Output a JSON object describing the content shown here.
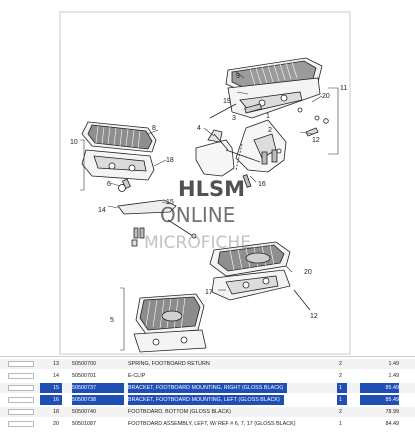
{
  "diagram": {
    "callouts": [
      "9",
      "11",
      "19",
      "20",
      "12",
      "4",
      "8",
      "3",
      "1",
      "2",
      "10",
      "18",
      "6",
      "14",
      "16",
      "15",
      "20",
      "17",
      "5",
      "12"
    ],
    "watermark": {
      "line1": "HLSM",
      "line2": "ONLINE",
      "line3": "MICROFICHE"
    }
  },
  "parts": [
    {
      "ref": "13",
      "part": "50500700",
      "desc": "SPRING, FOOTBOARD RETURN",
      "qty": "2",
      "price": "1.49",
      "selected": false
    },
    {
      "ref": "14",
      "part": "50500701",
      "desc": "E-CLIP",
      "qty": "2",
      "price": "1.49",
      "selected": false
    },
    {
      "ref": "15",
      "part": "50500737",
      "desc": "BRACKET, FOOTBOARD MOUNTING, RIGHT (GLOSS BLACK)",
      "qty": "1",
      "price": "85.49",
      "selected": true
    },
    {
      "ref": "16",
      "part": "50500738",
      "desc": "BRACKET, FOOTBOARD MOUNTING, LEFT (GLOSS BLACK)",
      "qty": "1",
      "price": "85.49",
      "selected": true
    },
    {
      "ref": "18",
      "part": "50500740",
      "desc": "FOOTBOARD, BOTTOM (GLOSS BLACK)",
      "qty": "2",
      "price": "78.99",
      "selected": false
    },
    {
      "ref": "20",
      "part": "50501087",
      "desc": "FOOTBOARD ASSEMBLY, LEFT, W/ REF # 6, 7, 17 (GLOSS BLACK)",
      "qty": "1",
      "price": "84.49",
      "selected": false
    }
  ]
}
